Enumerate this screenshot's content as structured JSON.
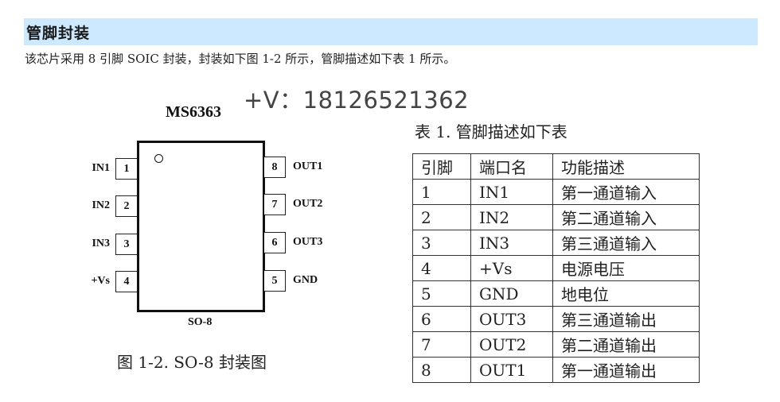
{
  "section": {
    "title": "管脚封装",
    "band_color": "#cce9ff"
  },
  "intro": "该芯片采用 8 引脚 SOIC 封装，封装如下图 1-2 所示，管脚描述如下表 1 所示。",
  "contact": "+V：18126521362",
  "diagram": {
    "chip_name": "MS6363",
    "package": "SO-8",
    "left_pins": [
      {
        "number": "1",
        "label": "IN1"
      },
      {
        "number": "2",
        "label": "IN2"
      },
      {
        "number": "3",
        "label": "IN3"
      },
      {
        "number": "4",
        "label": "+Vs"
      }
    ],
    "right_pins": [
      {
        "number": "8",
        "label": "OUT1"
      },
      {
        "number": "7",
        "label": "OUT2"
      },
      {
        "number": "6",
        "label": "OUT3"
      },
      {
        "number": "5",
        "label": "GND"
      }
    ],
    "caption": "图 1-2. SO-8 封装图"
  },
  "table": {
    "caption": "表 1. 管脚描述如下表",
    "headers": [
      "引脚",
      "端口名",
      "功能描述"
    ],
    "rows": [
      [
        "1",
        "IN1",
        "第一通道输入"
      ],
      [
        "2",
        "IN2",
        "第二通道输入"
      ],
      [
        "3",
        "IN3",
        "第三通道输入"
      ],
      [
        "4",
        "+Vs",
        "电源电压"
      ],
      [
        "5",
        "GND",
        "地电位"
      ],
      [
        "6",
        "OUT3",
        "第三通道输出"
      ],
      [
        "7",
        "OUT2",
        "第二通道输出"
      ],
      [
        "8",
        "OUT1",
        "第一通道输出"
      ]
    ]
  }
}
